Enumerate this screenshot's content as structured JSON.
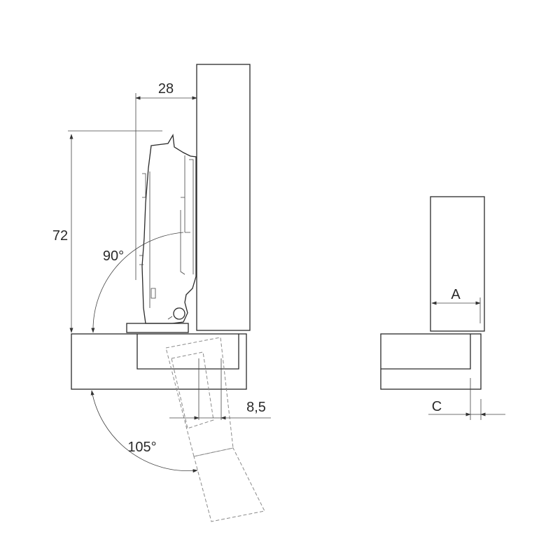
{
  "dimensions": {
    "overlay_width": "28",
    "height": "72",
    "angle_90": "90°",
    "angle_105": "105°",
    "offset": "8,5",
    "a": "A",
    "c": "C"
  },
  "colors": {
    "line": "#2a2a2a",
    "dashed": "#8a8a8a",
    "background": "#ffffff"
  }
}
